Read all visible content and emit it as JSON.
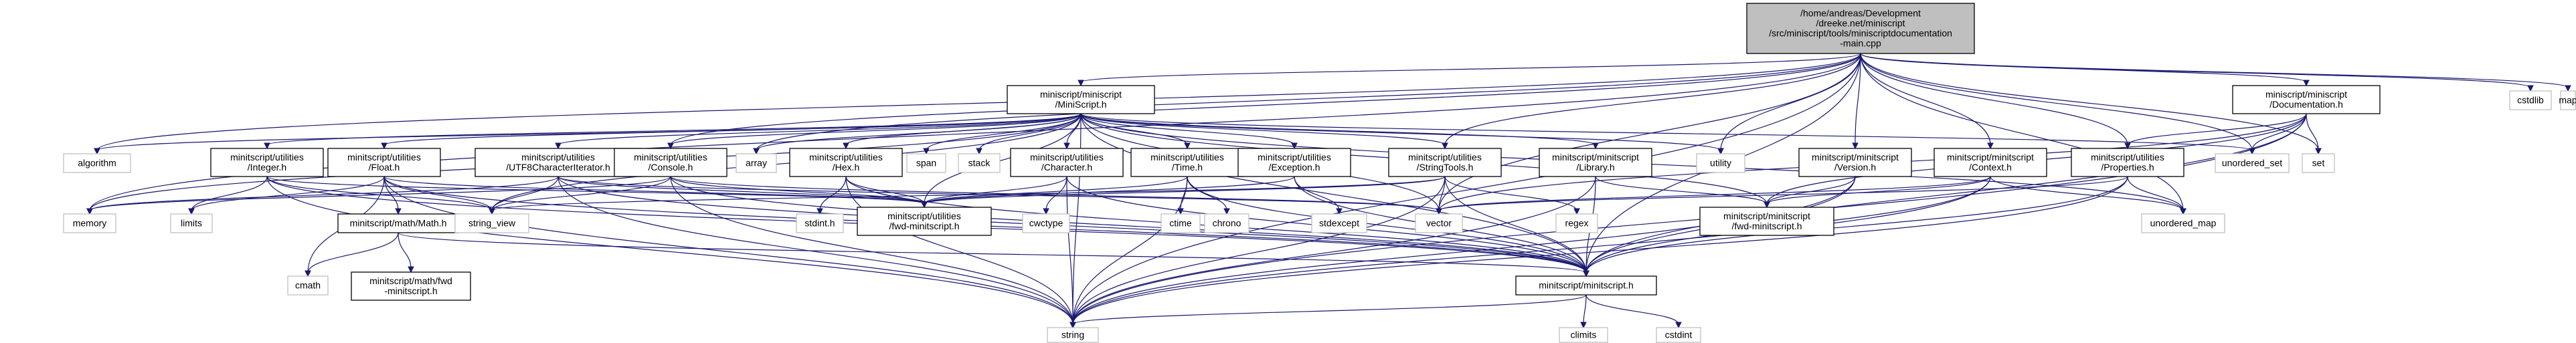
{
  "diagram": {
    "type": "include-dependency-graph",
    "nodes": [
      {
        "id": "root",
        "kind": "root",
        "lines": [
          "/home/andreas/Development",
          "/dreeke.net/miniscript",
          "/src/miniscript/tools/miniscriptdocumentation",
          "-main.cpp"
        ]
      },
      {
        "id": "MiniScript_h",
        "kind": "project",
        "lines": [
          "miniscript/miniscript",
          "/MiniScript.h"
        ]
      },
      {
        "id": "Documentation_h",
        "kind": "project",
        "lines": [
          "miniscript/miniscript",
          "/Documentation.h"
        ]
      },
      {
        "id": "cstdlib",
        "kind": "system",
        "lines": [
          "cstdlib"
        ]
      },
      {
        "id": "map",
        "kind": "system",
        "lines": [
          "map"
        ]
      },
      {
        "id": "algorithm",
        "kind": "system",
        "lines": [
          "algorithm"
        ]
      },
      {
        "id": "Integer_h",
        "kind": "project",
        "lines": [
          "minitscript/utilities",
          "/Integer.h"
        ]
      },
      {
        "id": "Float_h",
        "kind": "project",
        "lines": [
          "minitscript/utilities",
          "/Float.h"
        ]
      },
      {
        "id": "UTF8_h",
        "kind": "project",
        "lines": [
          "minitscript/utilities",
          "/UTF8CharacterIterator.h"
        ]
      },
      {
        "id": "Console_h",
        "kind": "project",
        "lines": [
          "minitscript/utilities",
          "/Console.h"
        ]
      },
      {
        "id": "array",
        "kind": "system",
        "lines": [
          "array"
        ]
      },
      {
        "id": "Hex_h",
        "kind": "project",
        "lines": [
          "minitscript/utilities",
          "/Hex.h"
        ]
      },
      {
        "id": "span",
        "kind": "system",
        "lines": [
          "span"
        ]
      },
      {
        "id": "stack",
        "kind": "system",
        "lines": [
          "stack"
        ]
      },
      {
        "id": "Character_h",
        "kind": "project",
        "lines": [
          "minitscript/utilities",
          "/Character.h"
        ]
      },
      {
        "id": "Time_h",
        "kind": "project",
        "lines": [
          "minitscript/utilities",
          "/Time.h"
        ]
      },
      {
        "id": "Exception_h",
        "kind": "project",
        "lines": [
          "minitscript/utilities",
          "/Exception.h"
        ]
      },
      {
        "id": "StringTools_h",
        "kind": "project",
        "lines": [
          "minitscript/utilities",
          "/StringTools.h"
        ]
      },
      {
        "id": "Library_h",
        "kind": "project",
        "lines": [
          "minitscript/minitscript",
          "/Library.h"
        ]
      },
      {
        "id": "utility",
        "kind": "system",
        "lines": [
          "utility"
        ]
      },
      {
        "id": "Version_h",
        "kind": "project",
        "lines": [
          "minitscript/minitscript",
          "/Version.h"
        ]
      },
      {
        "id": "Context_h",
        "kind": "project",
        "lines": [
          "minitscript/minitscript",
          "/Context.h"
        ]
      },
      {
        "id": "Properties_h",
        "kind": "project",
        "lines": [
          "minitscript/utilities",
          "/Properties.h"
        ]
      },
      {
        "id": "unordered_set",
        "kind": "system",
        "lines": [
          "unordered_set"
        ]
      },
      {
        "id": "set",
        "kind": "system",
        "lines": [
          "set"
        ]
      },
      {
        "id": "memory",
        "kind": "system",
        "lines": [
          "memory"
        ]
      },
      {
        "id": "limits",
        "kind": "system",
        "lines": [
          "limits"
        ]
      },
      {
        "id": "Math_h",
        "kind": "project",
        "lines": [
          "minitscript/math/Math.h"
        ]
      },
      {
        "id": "cmath",
        "kind": "system",
        "lines": [
          "cmath"
        ]
      },
      {
        "id": "math_fwd_h",
        "kind": "project",
        "lines": [
          "minitscript/math/fwd",
          "-minitscript.h"
        ]
      },
      {
        "id": "string_view",
        "kind": "system",
        "lines": [
          "string_view"
        ]
      },
      {
        "id": "util_fwd_h",
        "kind": "project",
        "lines": [
          "minitscript/utilities",
          "/fwd-minitscript.h"
        ]
      },
      {
        "id": "stdint_h",
        "kind": "system",
        "lines": [
          "stdint.h"
        ]
      },
      {
        "id": "cwctype",
        "kind": "system",
        "lines": [
          "cwctype"
        ]
      },
      {
        "id": "ctime",
        "kind": "system",
        "lines": [
          "ctime"
        ]
      },
      {
        "id": "chrono",
        "kind": "system",
        "lines": [
          "chrono"
        ]
      },
      {
        "id": "stdexcept",
        "kind": "system",
        "lines": [
          "stdexcept"
        ]
      },
      {
        "id": "vector",
        "kind": "system",
        "lines": [
          "vector"
        ]
      },
      {
        "id": "regex",
        "kind": "system",
        "lines": [
          "regex"
        ]
      },
      {
        "id": "ms_fwd_h",
        "kind": "project",
        "lines": [
          "minitscript/minitscript",
          "/fwd-minitscript.h"
        ]
      },
      {
        "id": "unordered_map",
        "kind": "system",
        "lines": [
          "unordered_map"
        ]
      },
      {
        "id": "minitscript_h",
        "kind": "project",
        "lines": [
          "minitscript/minitscript.h"
        ]
      },
      {
        "id": "string",
        "kind": "system",
        "lines": [
          "string"
        ]
      },
      {
        "id": "climits",
        "kind": "system",
        "lines": [
          "climits"
        ]
      },
      {
        "id": "cstdint",
        "kind": "system",
        "lines": [
          "cstdint"
        ]
      }
    ],
    "edges": [
      [
        "root",
        "MiniScript_h"
      ],
      [
        "root",
        "Documentation_h"
      ],
      [
        "root",
        "cstdlib"
      ],
      [
        "root",
        "map"
      ],
      [
        "root",
        "algorithm"
      ],
      [
        "root",
        "memory"
      ],
      [
        "root",
        "string"
      ],
      [
        "root",
        "Console_h"
      ],
      [
        "root",
        "StringTools_h"
      ],
      [
        "root",
        "utility"
      ],
      [
        "root",
        "Version_h"
      ],
      [
        "root",
        "Context_h"
      ],
      [
        "root",
        "Properties_h"
      ],
      [
        "root",
        "unordered_set"
      ],
      [
        "root",
        "set"
      ],
      [
        "root",
        "vector"
      ],
      [
        "root",
        "unordered_map"
      ],
      [
        "root",
        "minitscript_h"
      ],
      [
        "root",
        "array"
      ],
      [
        "MiniScript_h",
        "algorithm"
      ],
      [
        "MiniScript_h",
        "Integer_h"
      ],
      [
        "MiniScript_h",
        "Float_h"
      ],
      [
        "MiniScript_h",
        "UTF8_h"
      ],
      [
        "MiniScript_h",
        "Console_h"
      ],
      [
        "MiniScript_h",
        "array"
      ],
      [
        "MiniScript_h",
        "Hex_h"
      ],
      [
        "MiniScript_h",
        "span"
      ],
      [
        "MiniScript_h",
        "stack"
      ],
      [
        "MiniScript_h",
        "Character_h"
      ],
      [
        "MiniScript_h",
        "Time_h"
      ],
      [
        "MiniScript_h",
        "Exception_h"
      ],
      [
        "MiniScript_h",
        "StringTools_h"
      ],
      [
        "MiniScript_h",
        "Library_h"
      ],
      [
        "MiniScript_h",
        "utility"
      ],
      [
        "MiniScript_h",
        "unordered_set"
      ],
      [
        "MiniScript_h",
        "unordered_map"
      ],
      [
        "MiniScript_h",
        "memory"
      ],
      [
        "MiniScript_h",
        "string"
      ],
      [
        "MiniScript_h",
        "string_view"
      ],
      [
        "MiniScript_h",
        "vector"
      ],
      [
        "MiniScript_h",
        "minitscript_h"
      ],
      [
        "MiniScript_h",
        "util_fwd_h"
      ],
      [
        "MiniScript_h",
        "ms_fwd_h"
      ],
      [
        "Documentation_h",
        "Properties_h"
      ],
      [
        "Documentation_h",
        "unordered_set"
      ],
      [
        "Documentation_h",
        "set"
      ],
      [
        "Documentation_h",
        "string"
      ],
      [
        "Documentation_h",
        "minitscript_h"
      ],
      [
        "Documentation_h",
        "ms_fwd_h"
      ],
      [
        "Documentation_h",
        "vector"
      ],
      [
        "Integer_h",
        "limits"
      ],
      [
        "Integer_h",
        "string"
      ],
      [
        "Integer_h",
        "string_view"
      ],
      [
        "Integer_h",
        "util_fwd_h"
      ],
      [
        "Integer_h",
        "minitscript_h"
      ],
      [
        "Float_h",
        "limits"
      ],
      [
        "Float_h",
        "Math_h"
      ],
      [
        "Float_h",
        "cmath"
      ],
      [
        "Float_h",
        "string"
      ],
      [
        "Float_h",
        "string_view"
      ],
      [
        "Float_h",
        "util_fwd_h"
      ],
      [
        "Float_h",
        "minitscript_h"
      ],
      [
        "UTF8_h",
        "memory"
      ],
      [
        "UTF8_h",
        "string"
      ],
      [
        "UTF8_h",
        "string_view"
      ],
      [
        "UTF8_h",
        "vector"
      ],
      [
        "UTF8_h",
        "util_fwd_h"
      ],
      [
        "UTF8_h",
        "minitscript_h"
      ],
      [
        "Console_h",
        "memory"
      ],
      [
        "Console_h",
        "string"
      ],
      [
        "Console_h",
        "string_view"
      ],
      [
        "Console_h",
        "vector"
      ],
      [
        "Console_h",
        "util_fwd_h"
      ],
      [
        "Console_h",
        "minitscript_h"
      ],
      [
        "Hex_h",
        "stdint_h"
      ],
      [
        "Hex_h",
        "string"
      ],
      [
        "Hex_h",
        "util_fwd_h"
      ],
      [
        "Hex_h",
        "minitscript_h"
      ],
      [
        "Character_h",
        "cwctype"
      ],
      [
        "Character_h",
        "string"
      ],
      [
        "Character_h",
        "util_fwd_h"
      ],
      [
        "Character_h",
        "minitscript_h"
      ],
      [
        "Time_h",
        "ctime"
      ],
      [
        "Time_h",
        "chrono"
      ],
      [
        "Time_h",
        "string"
      ],
      [
        "Time_h",
        "util_fwd_h"
      ],
      [
        "Time_h",
        "minitscript_h"
      ],
      [
        "Exception_h",
        "stdexcept"
      ],
      [
        "Exception_h",
        "util_fwd_h"
      ],
      [
        "Exception_h",
        "minitscript_h"
      ],
      [
        "StringTools_h",
        "regex"
      ],
      [
        "StringTools_h",
        "vector"
      ],
      [
        "StringTools_h",
        "string"
      ],
      [
        "StringTools_h",
        "string_view"
      ],
      [
        "StringTools_h",
        "util_fwd_h"
      ],
      [
        "StringTools_h",
        "minitscript_h"
      ],
      [
        "Library_h",
        "string"
      ],
      [
        "Library_h",
        "ms_fwd_h"
      ],
      [
        "Library_h",
        "minitscript_h"
      ],
      [
        "Version_h",
        "string"
      ],
      [
        "Version_h",
        "ms_fwd_h"
      ],
      [
        "Version_h",
        "minitscript_h"
      ],
      [
        "Context_h",
        "string"
      ],
      [
        "Context_h",
        "vector"
      ],
      [
        "Context_h",
        "unordered_map"
      ],
      [
        "Context_h",
        "ms_fwd_h"
      ],
      [
        "Context_h",
        "minitscript_h"
      ],
      [
        "Properties_h",
        "string"
      ],
      [
        "Properties_h",
        "unordered_map"
      ],
      [
        "Properties_h",
        "vector"
      ],
      [
        "Properties_h",
        "minitscript_h"
      ],
      [
        "Math_h",
        "cmath"
      ],
      [
        "Math_h",
        "math_fwd_h"
      ],
      [
        "Math_h",
        "minitscript_h"
      ],
      [
        "minitscript_h",
        "climits"
      ],
      [
        "minitscript_h",
        "cstdint"
      ],
      [
        "minitscript_h",
        "string"
      ]
    ]
  }
}
